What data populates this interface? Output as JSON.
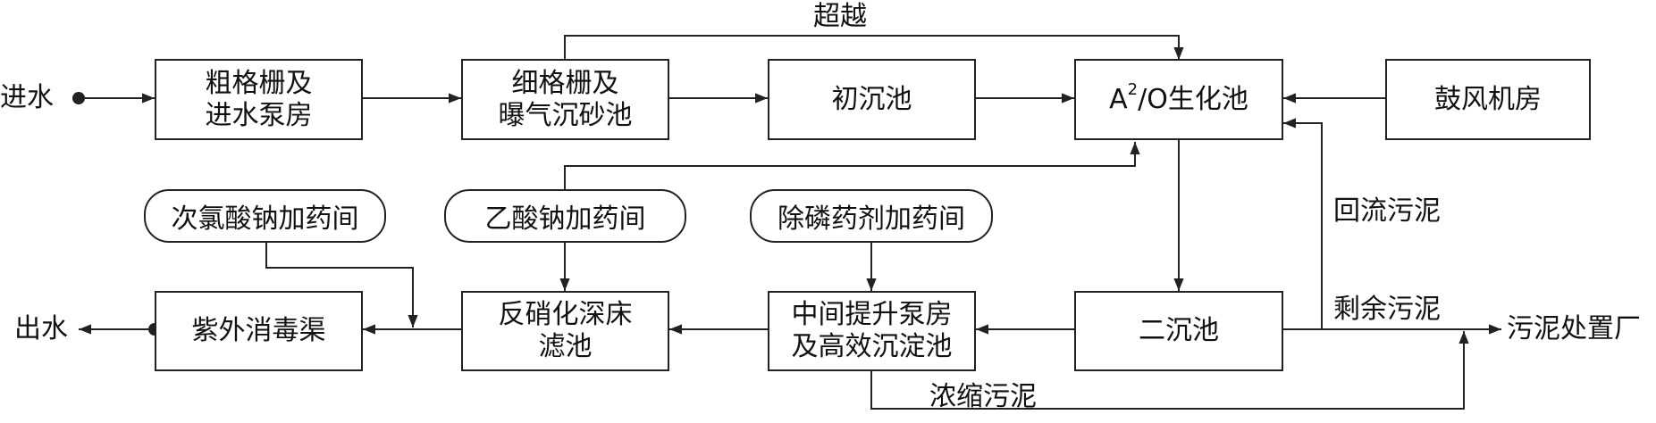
{
  "nodes": {
    "inflow": "进水",
    "coarse_screen": [
      "粗格栅及",
      "进水泵房"
    ],
    "fine_screen": [
      "细格栅及",
      "曝气沉砂池"
    ],
    "primary_clarifier": "初沉池",
    "a2o_prefix": "A",
    "a2o_sup": "2",
    "a2o_suffix": "/O生化池",
    "blower_room": "鼓风机房",
    "hypochlorite_dosing": "次氯酸钠加药间",
    "acetate_dosing": "乙酸钠加药间",
    "phosphorus_dosing": "除磷药剂加药间",
    "uv_channel": "紫外消毒渠",
    "denitrification_filter": [
      "反硝化深床",
      "滤池"
    ],
    "lift_pump_sedimentation": [
      "中间提升泵房",
      "及高效沉淀池"
    ],
    "secondary_clarifier": "二沉池",
    "outflow": "出水",
    "sludge_disposal": "污泥处置厂"
  },
  "edge_labels": {
    "bypass": "超越",
    "return_sludge": "回流污泥",
    "excess_sludge": "剩余污泥",
    "thickened_sludge": "浓缩污泥"
  },
  "colors": {
    "line": "#222222",
    "background": "#ffffff"
  }
}
